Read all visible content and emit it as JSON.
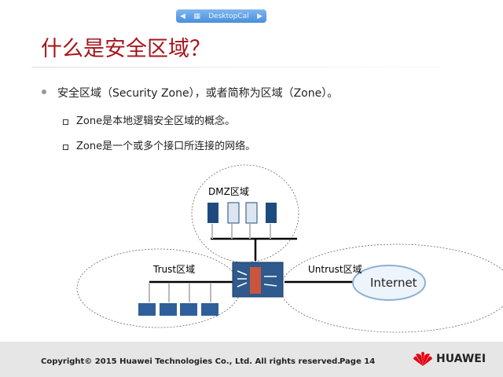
{
  "toolbar": {
    "label": "DesktopCal"
  },
  "slide": {
    "title": "什么是安全区域？",
    "bullet": "安全区域（Security Zone），或者简称为区域（Zone）。",
    "sub": [
      "Zone是本地逻辑安全区域的概念。",
      "Zone是一个或多个接口所连接的网络。"
    ]
  },
  "diagram": {
    "dmz": "DMZ区域",
    "trust": "Trust区域",
    "untrust": "Untrust区域",
    "internet": "Internet"
  },
  "footer": {
    "copyright": "Copyright© 2015 Huawei Technologies Co., Ltd. All rights reserved.",
    "page": "Page 14",
    "brand": "HUAWEI",
    "brand_color": "#e60012"
  }
}
